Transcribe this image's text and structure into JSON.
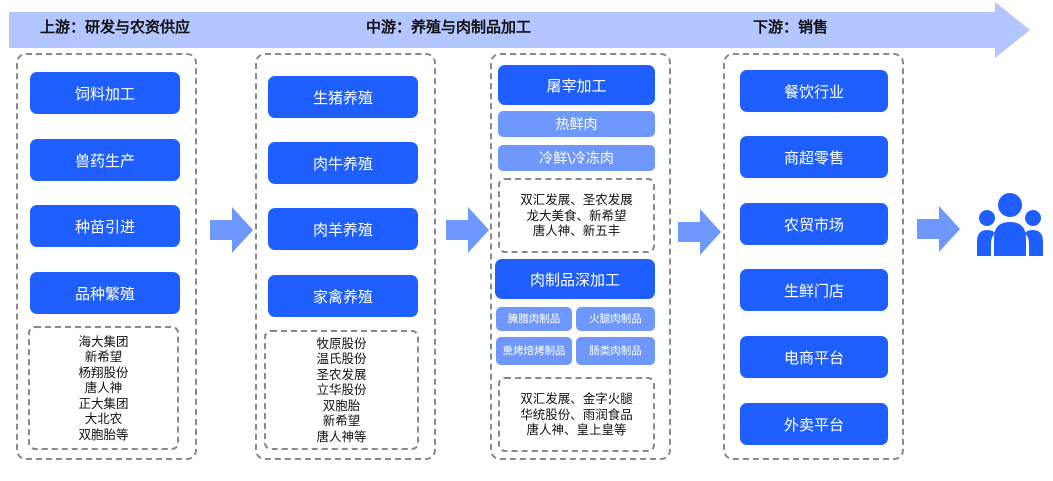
{
  "colors": {
    "primary": "#1f5fff",
    "light": "#6f98ff",
    "banner": "#b3c6ff",
    "arrow": "#6f98ff"
  },
  "stages": {
    "upstream": "上游：研发与农资供应",
    "midstream": "中游：养殖与肉制品加工",
    "downstream": "下游：销售"
  },
  "upstream": {
    "items": [
      "饲料加工",
      "兽药生产",
      "种苗引进",
      "品种繁殖"
    ],
    "companies": [
      "海大集团",
      "新希望",
      "杨翔股份",
      "唐人神",
      "正大集团",
      "大北农",
      "双胞胎等"
    ]
  },
  "breeding": {
    "items": [
      "生猪养殖",
      "肉牛养殖",
      "肉羊养殖",
      "家禽养殖"
    ],
    "companies": [
      "牧原股份",
      "温氏股份",
      "圣农发展",
      "立华股份",
      "双胞胎",
      "新希望",
      "唐人神等"
    ]
  },
  "processing": {
    "slaughter": "屠宰加工",
    "fresh": "热鲜肉",
    "chilled": "冷鲜\\冷冻肉",
    "slaughter_companies": [
      "双汇发展、圣农发展",
      "龙大美食、新希望",
      "唐人神、新五丰"
    ],
    "deep": "肉制品深加工",
    "sub": [
      "腌腊肉制品",
      "火腿肉制品",
      "熏烤焙烤制品",
      "肠类肉制品"
    ],
    "deep_companies": [
      "双汇发展、金字火腿",
      "华统股份、雨润食品",
      "唐人神、皇上皇等"
    ]
  },
  "downstream": {
    "items": [
      "餐饮行业",
      "商超零售",
      "农贸市场",
      "生鲜门店",
      "电商平台",
      "外卖平台"
    ]
  },
  "icons": {
    "flow_arrow": "right-arrow-icon",
    "consumer": "users-icon"
  }
}
